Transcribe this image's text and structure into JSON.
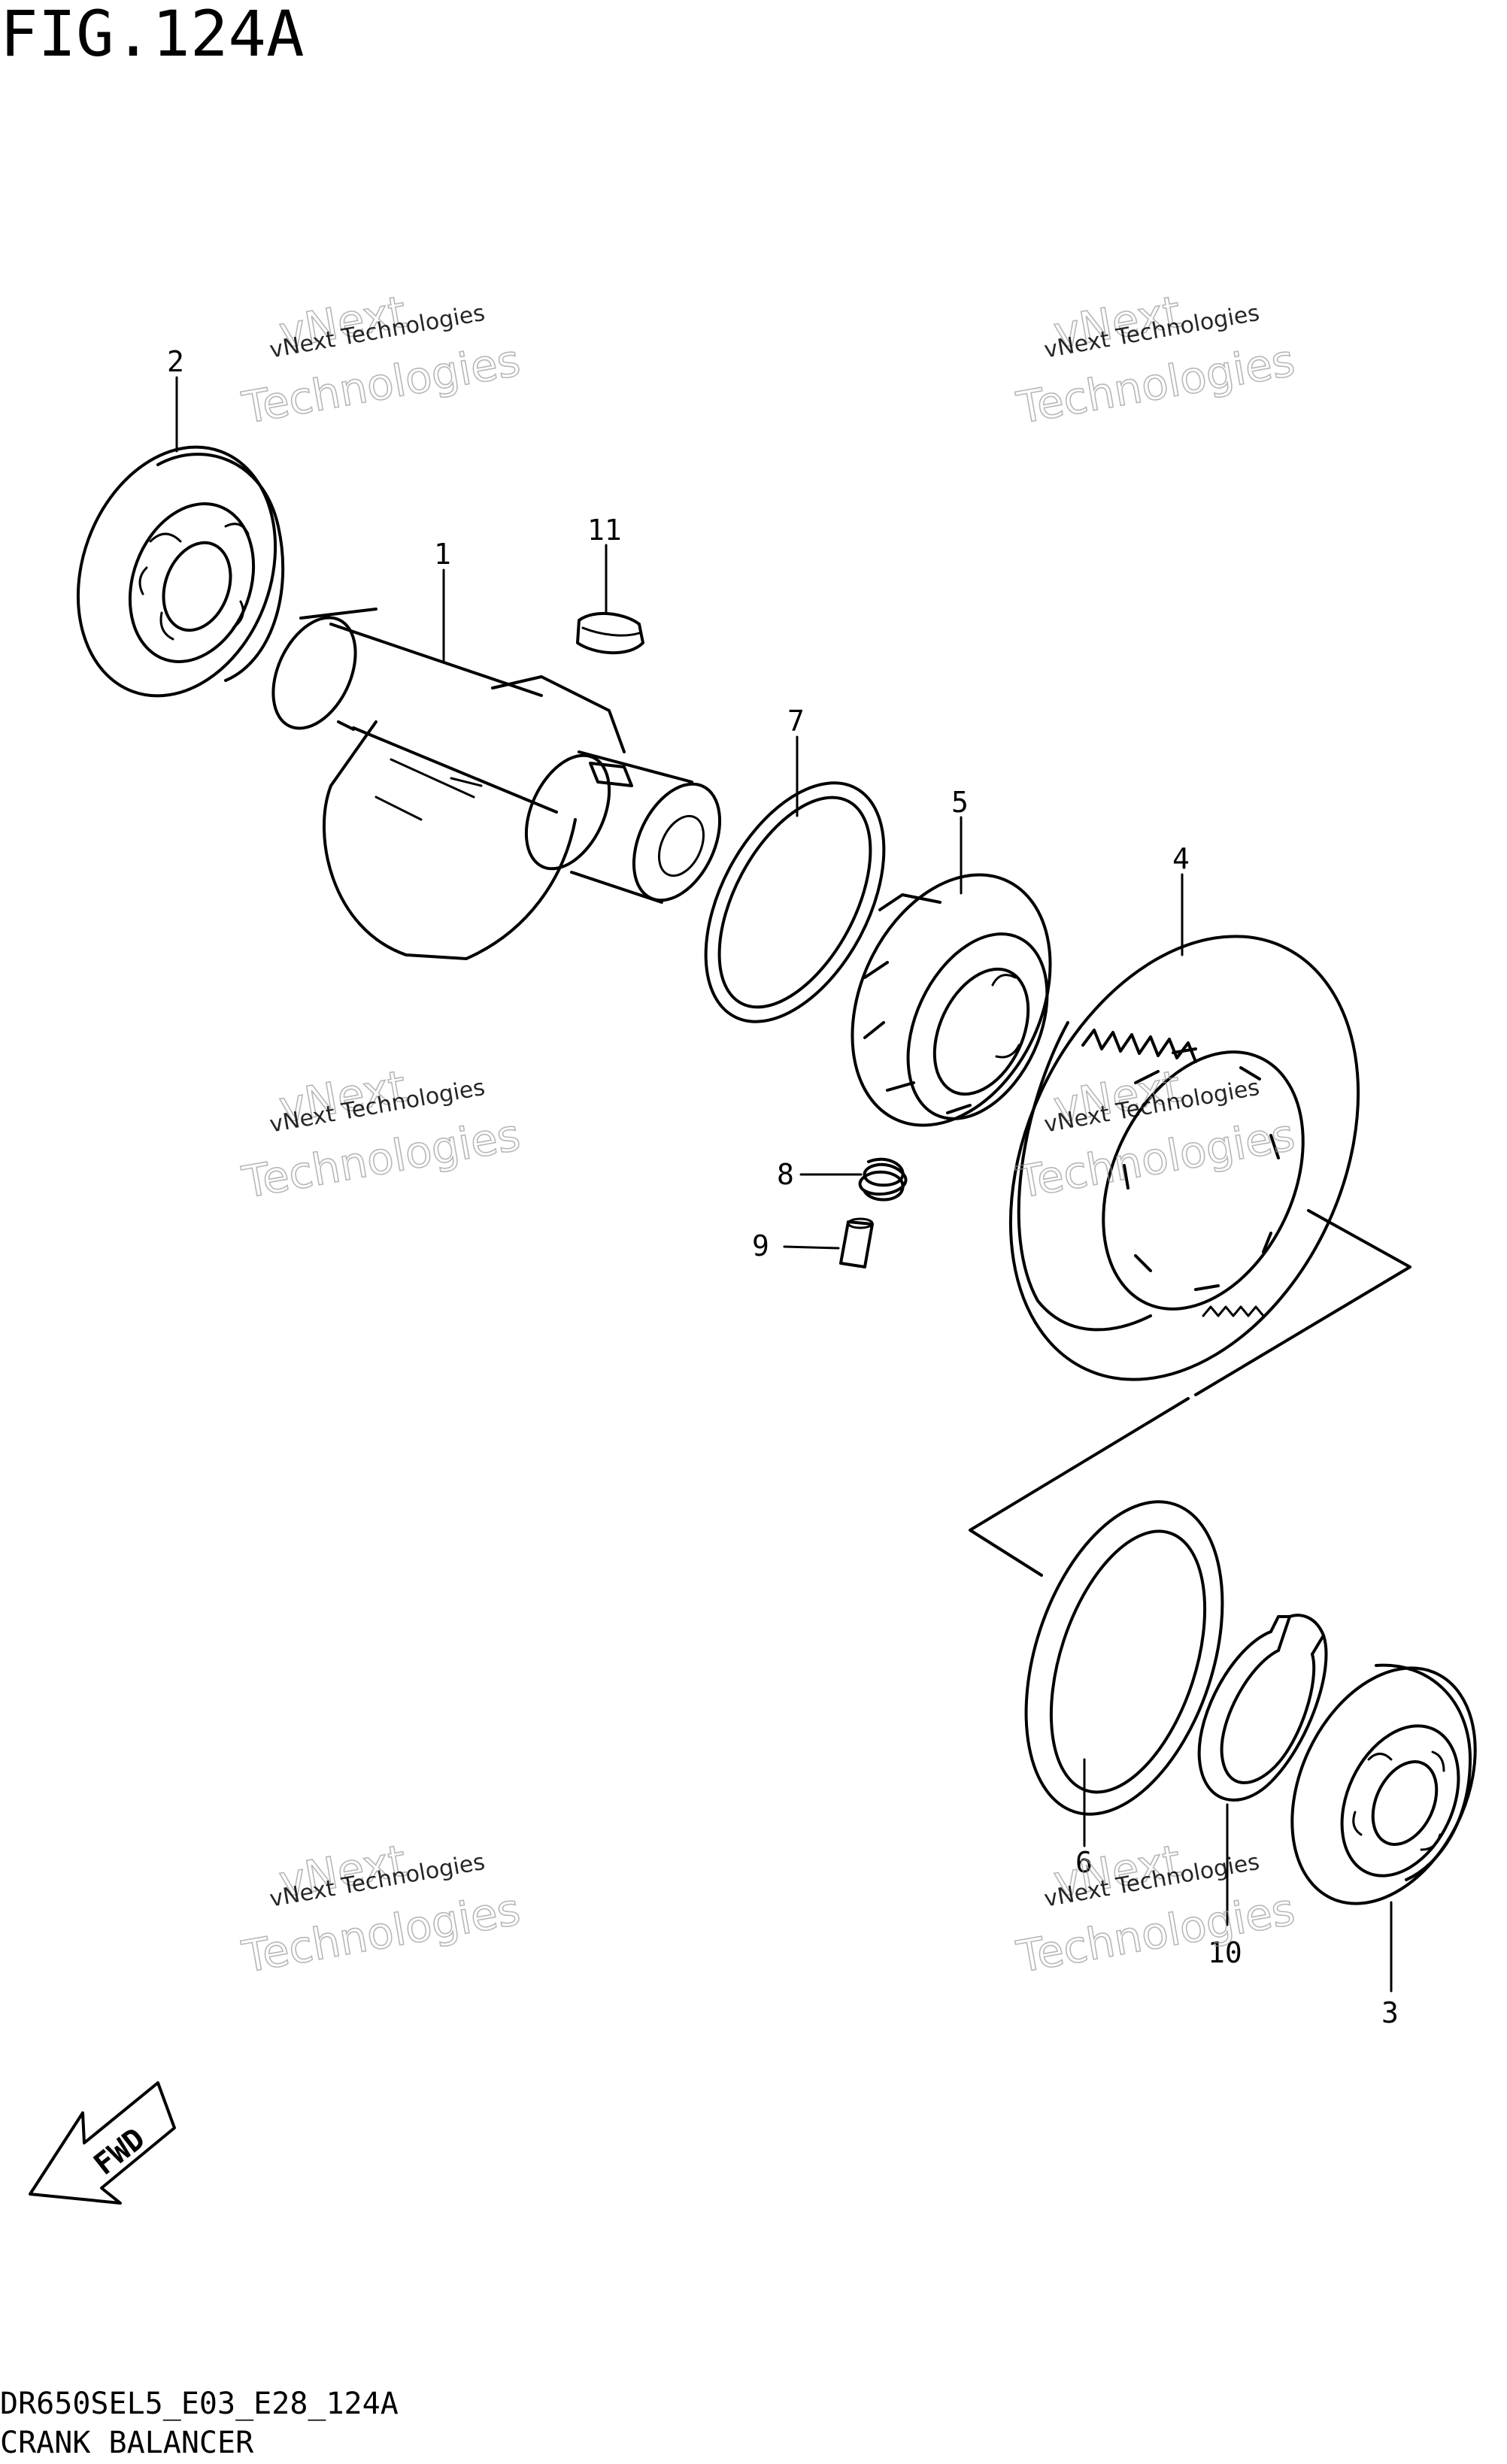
{
  "figure": {
    "title": "FIG.124A",
    "code": "DR650SEL5_E03_E28_124A",
    "caption": "CRANK BALANCER"
  },
  "callouts": [
    "1",
    "2",
    "3",
    "4",
    "5",
    "6",
    "7",
    "8",
    "9",
    "10",
    "11"
  ],
  "watermark": {
    "line": "vNext Technologies",
    "word_top": "vNext",
    "word_bottom": "Technologies"
  },
  "fwd_label": "FWD"
}
